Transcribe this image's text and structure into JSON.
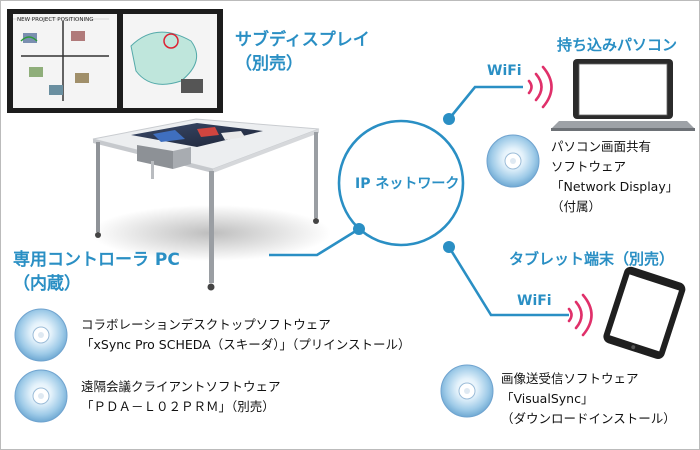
{
  "sub_display": {
    "title": "サブディスプレイ",
    "note": "（別売）"
  },
  "ip_network": {
    "label": "IP ネットワーク"
  },
  "laptop": {
    "title": "持ち込みパソコン",
    "wifi": "WiFi"
  },
  "laptop_software": {
    "lines": [
      "パソコン画面共有",
      "ソフトウェア",
      "「Network Display」",
      "（付属）"
    ]
  },
  "tablet": {
    "title": "タブレット端末（別売）",
    "wifi": "WiFi"
  },
  "tablet_software": {
    "lines": [
      "画像送受信ソフトウェア",
      "「VisualSync」",
      "（ダウンロードインストール）"
    ]
  },
  "controller": {
    "title": "専用コントローラ PC",
    "note": "（内蔵）"
  },
  "collab_software": {
    "lines": [
      "コラボレーションデスクトップソフトウェア",
      "「xSync Pro SCHEDA（スキーダ）」（プリインストール）"
    ]
  },
  "remote_software": {
    "lines": [
      "遠隔会議クライアントソフトウェア",
      "「ＰＤＡ－Ｌ０２ＰＲＭ」（別売）"
    ]
  },
  "screen_content": {
    "board_title": "NEW PROJECT POSITIONING"
  },
  "colors": {
    "accent": "#2a8fc4",
    "wifi_waves": "#e0306a"
  }
}
